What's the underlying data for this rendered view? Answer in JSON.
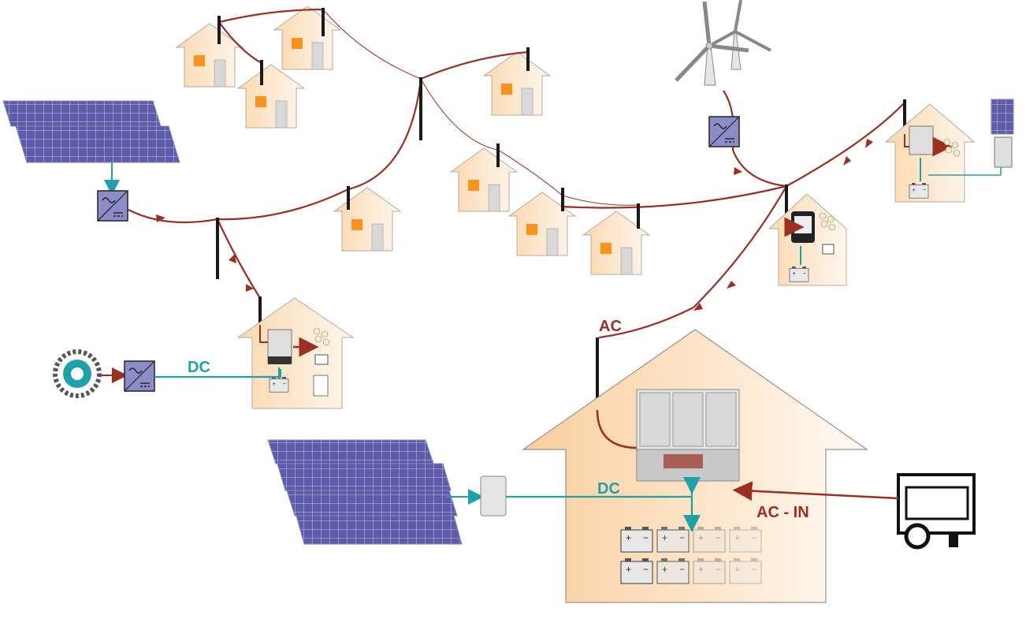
{
  "labels": {
    "ac": "AC",
    "dc_left": "DC",
    "dc_main": "DC",
    "ac_in": "AC - IN"
  },
  "colors": {
    "ac_line": "#9a3020",
    "dc_line": "#20a0a8",
    "house_fill": "#fde8cf",
    "house_stroke": "#b5a89a",
    "window": "#f7931e",
    "door": "#d9d9d9",
    "solar": "#5a5aa8",
    "converter": "#8c8cc8",
    "pole": "#1a1a1a"
  },
  "icons": [
    "solar-panel-icon",
    "converter-icon",
    "wind-turbine-icon",
    "hydro-turbine-icon",
    "generator-icon",
    "battery-icon",
    "inverter-icon",
    "bulb-icon",
    "computer-icon"
  ]
}
